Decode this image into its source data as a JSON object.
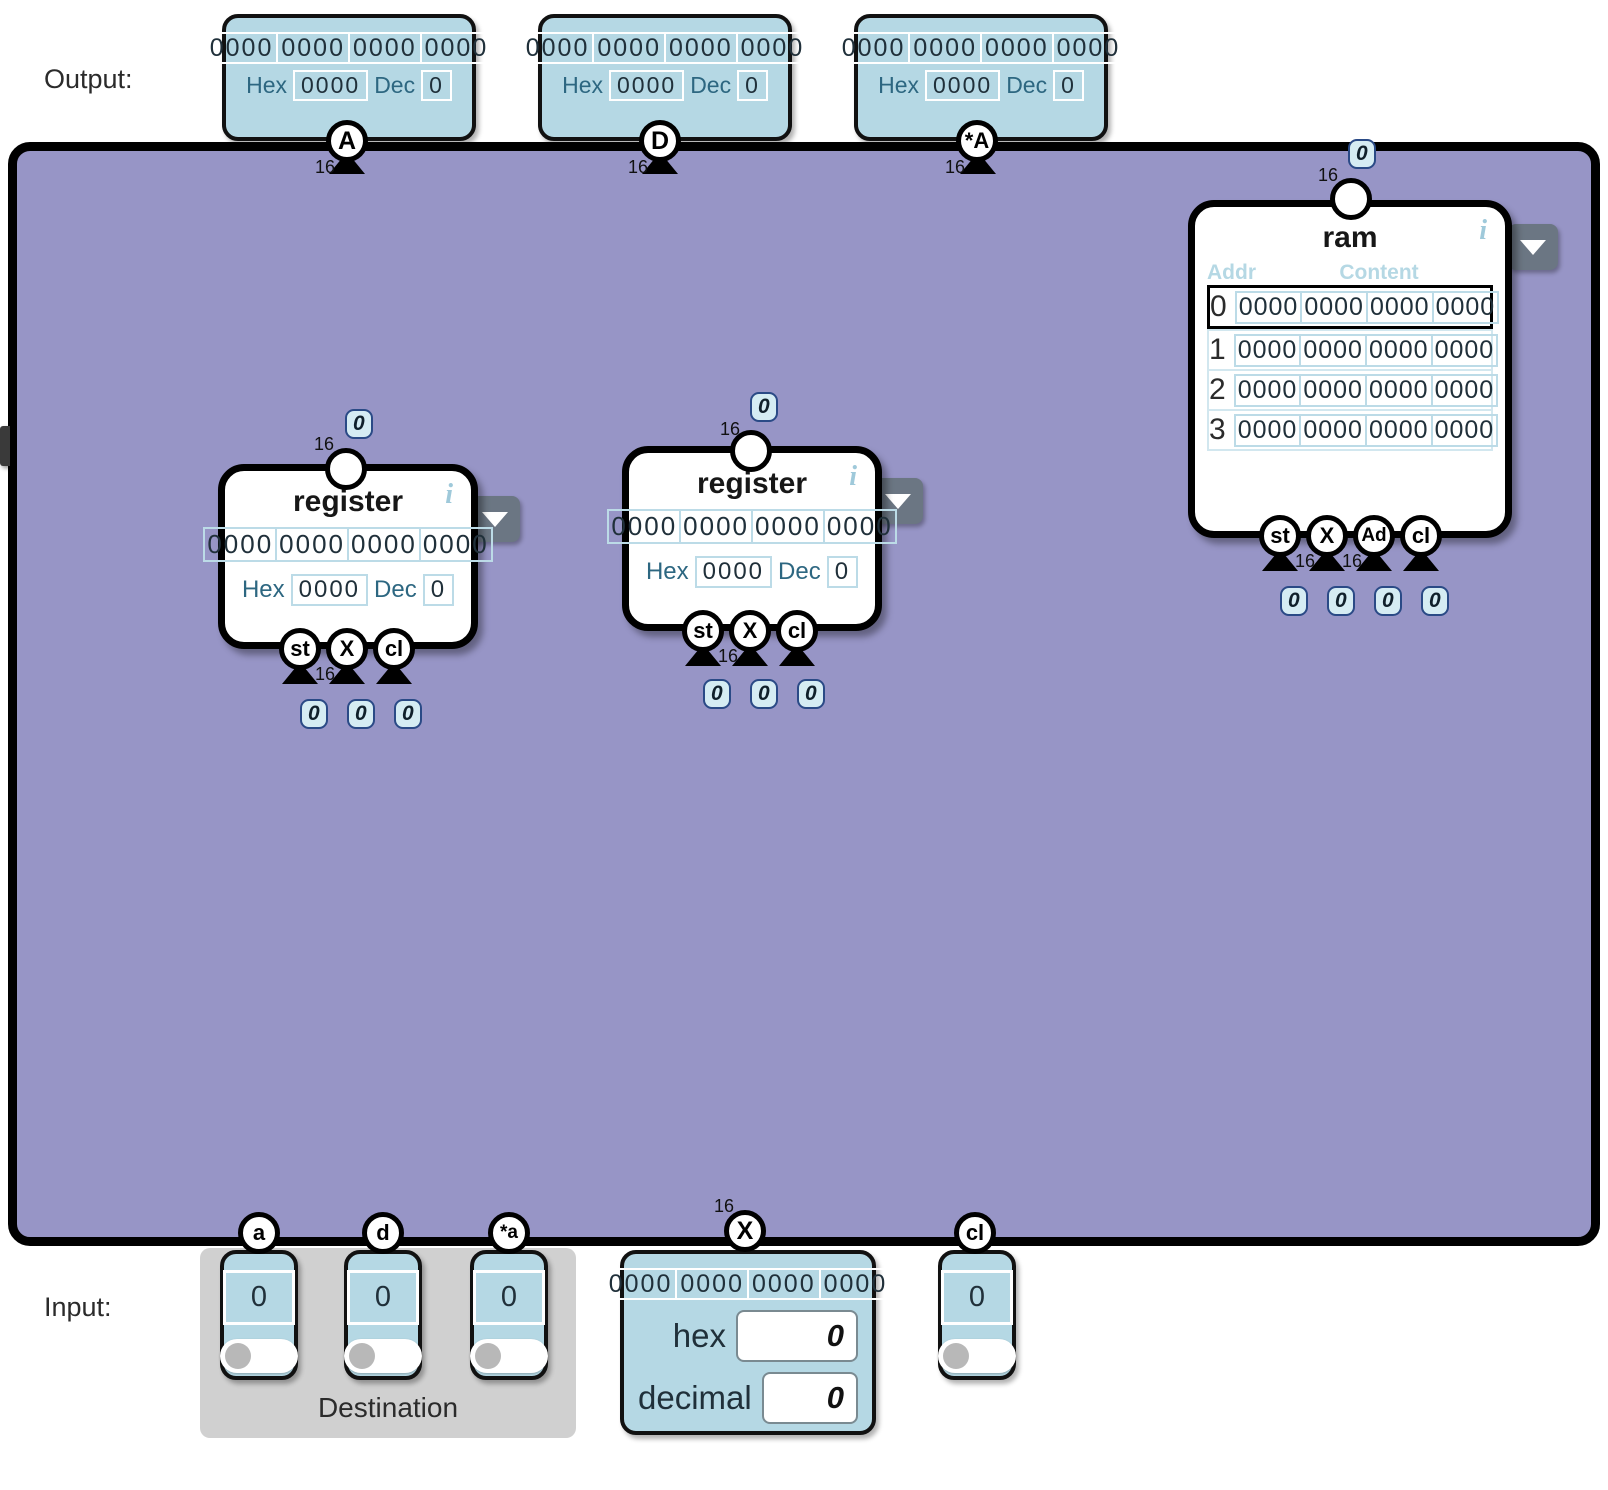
{
  "labels": {
    "output": "Output:",
    "input": "Input:",
    "destination": "Destination"
  },
  "colors": {
    "canvas": "#9795c6",
    "box_blue": "#b5d8e4",
    "panel_gray": "#d0d0d0",
    "wire": "#6b6b6b",
    "badge_bg": "#d5ecf3",
    "badge_border": "#2a4a86",
    "accent_text": "#2d6781"
  },
  "outputs": [
    {
      "port": "A",
      "bus_width": "16",
      "bits": [
        "0000",
        "0000",
        "0000",
        "0000"
      ],
      "hex_label": "Hex",
      "hex": "0000",
      "dec_label": "Dec",
      "dec": "0"
    },
    {
      "port": "D",
      "bus_width": "16",
      "bits": [
        "0000",
        "0000",
        "0000",
        "0000"
      ],
      "hex_label": "Hex",
      "hex": "0000",
      "dec_label": "Dec",
      "dec": "0"
    },
    {
      "port": "*A",
      "bus_width": "16",
      "bits": [
        "0000",
        "0000",
        "0000",
        "0000"
      ],
      "hex_label": "Hex",
      "hex": "0000",
      "dec_label": "Dec",
      "dec": "0"
    }
  ],
  "registers": [
    {
      "title": "register",
      "info_icon": "i",
      "in_badge": "0",
      "in_width": "16",
      "bits": [
        "0000",
        "0000",
        "0000",
        "0000"
      ],
      "hex_label": "Hex",
      "hex": "0000",
      "dec_label": "Dec",
      "dec": "0",
      "ports": [
        {
          "name": "st",
          "badge": "0",
          "width": ""
        },
        {
          "name": "X",
          "badge": "0",
          "width": "16"
        },
        {
          "name": "cl",
          "badge": "0",
          "width": ""
        }
      ]
    },
    {
      "title": "register",
      "info_icon": "i",
      "in_badge": "0",
      "in_width": "16",
      "bits": [
        "0000",
        "0000",
        "0000",
        "0000"
      ],
      "hex_label": "Hex",
      "hex": "0000",
      "dec_label": "Dec",
      "dec": "0",
      "ports": [
        {
          "name": "st",
          "badge": "0",
          "width": ""
        },
        {
          "name": "X",
          "badge": "0",
          "width": "16"
        },
        {
          "name": "cl",
          "badge": "0",
          "width": ""
        }
      ]
    }
  ],
  "ram": {
    "title": "ram",
    "info_icon": "i",
    "in_badge": "0",
    "in_width": "16",
    "col_addr": "Addr",
    "col_content": "Content",
    "rows": [
      {
        "addr": "0",
        "bits": [
          "0000",
          "0000",
          "0000",
          "0000"
        ],
        "selected": true
      },
      {
        "addr": "1",
        "bits": [
          "0000",
          "0000",
          "0000",
          "0000"
        ],
        "selected": false
      },
      {
        "addr": "2",
        "bits": [
          "0000",
          "0000",
          "0000",
          "0000"
        ],
        "selected": false
      },
      {
        "addr": "3",
        "bits": [
          "0000",
          "0000",
          "0000",
          "0000"
        ],
        "selected": false
      }
    ],
    "ports": [
      {
        "name": "st",
        "badge": "0",
        "width": ""
      },
      {
        "name": "X",
        "badge": "0",
        "width": "16"
      },
      {
        "name": "Ad",
        "badge": "0",
        "width": "16"
      },
      {
        "name": "cl",
        "badge": "0",
        "width": ""
      }
    ]
  },
  "inputs": {
    "destination_items": [
      {
        "port": "a",
        "value": "0",
        "toggle": "off"
      },
      {
        "port": "d",
        "value": "0",
        "toggle": "off"
      },
      {
        "port": "*a",
        "value": "0",
        "toggle": "off"
      }
    ],
    "x_input": {
      "port": "X",
      "bus_width": "16",
      "bits": [
        "0000",
        "0000",
        "0000",
        "0000"
      ],
      "hex_label": "hex",
      "hex": "0",
      "dec_label": "decimal",
      "dec": "0"
    },
    "cl_input": {
      "port": "cl",
      "value": "0",
      "toggle": "off"
    }
  }
}
